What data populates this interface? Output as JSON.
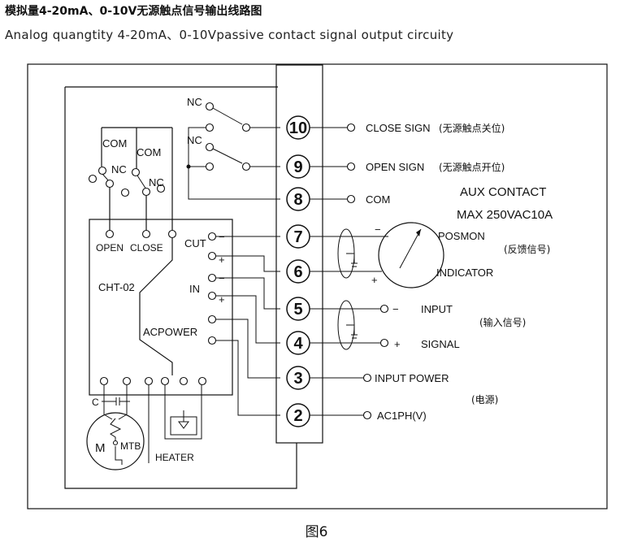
{
  "title_cn": "模拟量4-20mA、0-10V无源触点信号输出线路图",
  "title_en": "Analog quangtity 4-20mA、0-10Vpassive contact  signal output circuity",
  "figure_caption": "图6",
  "terminals": [
    "10",
    "9",
    "8",
    "7",
    "6",
    "5",
    "4",
    "3",
    "2"
  ],
  "labels": {
    "nc_top": "NC",
    "nc_mid": "NC",
    "com1": "COM",
    "com2": "COM",
    "nc_left": "NC",
    "nc_right": "NC",
    "open": "OPEN",
    "close": "CLOSE",
    "cut": "CUT",
    "cht": "CHT-02",
    "in": "IN",
    "acpower": "ACPOWER",
    "minus1": "−",
    "plus1": "+",
    "minus2": "−",
    "plus2": "+",
    "c": "C",
    "m": "M",
    "mtb": "MTB",
    "heater": "HEATER",
    "close_sign": "CLOSE SIGN",
    "close_sign_cn": "(无源触点关位)",
    "open_sign": "OPEN SIGN",
    "open_sign_cn": "(无源触点开位)",
    "com": "COM",
    "aux_contact": "AUX CONTACT",
    "max_rating": "MAX 250VAC10A",
    "posmon": "POSMON",
    "feedback_cn": "(反馈信号)",
    "indicator": "INDICATOR",
    "ind_minus": "−",
    "ind_plus": "+",
    "input": "INPUT",
    "input_minus": "−",
    "input_cn": "(输入信号)",
    "signal_plus": "+",
    "signal": "SIGNAL",
    "input_power": "INPUT POWER",
    "power_cn": "(电源)",
    "ac1ph": "AC1PH(V)"
  }
}
